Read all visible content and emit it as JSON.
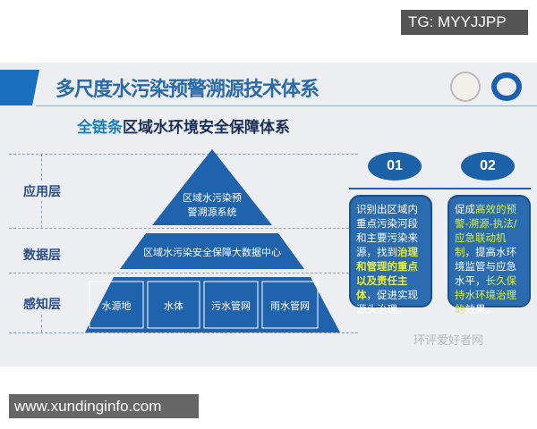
{
  "overlay_tag": "TG: MYYJJPP",
  "slide": {
    "title": "多尺度水污染预警溯源技术体系",
    "subtitle_highlight": "全链条",
    "subtitle_rest": "区域水环境安全保障体系",
    "layers": [
      "应用层",
      "数据层",
      "感知层"
    ],
    "pyramid": {
      "top": [
        "区域水污染预",
        "警溯源系统"
      ],
      "middle": "区域水污染安全保障大数据中心",
      "bottom": [
        "水源地",
        "水体",
        "污水管网",
        "雨水管网"
      ]
    },
    "cards": [
      {
        "num": "01",
        "text_a": "识别出区域内重点污染河段和主要污染来源，找到",
        "highlight": "治理和管理的重点以及责任主体",
        "text_b": "，促进实现源头治理。"
      },
      {
        "num": "02",
        "text_a": "促成",
        "highlight": "高效的预警-溯源-执法/应急联动机制",
        "text_b": "，提高水环境监管与应急水平，",
        "highlight2": "长久保持水环境治理的",
        "text_c": "效果。"
      }
    ],
    "watermark": "环评爱好者网",
    "colors": {
      "primary": "#1b62a8",
      "highlight": "#e8f03a"
    }
  },
  "overlay_site": "www.xundinginfo.com"
}
